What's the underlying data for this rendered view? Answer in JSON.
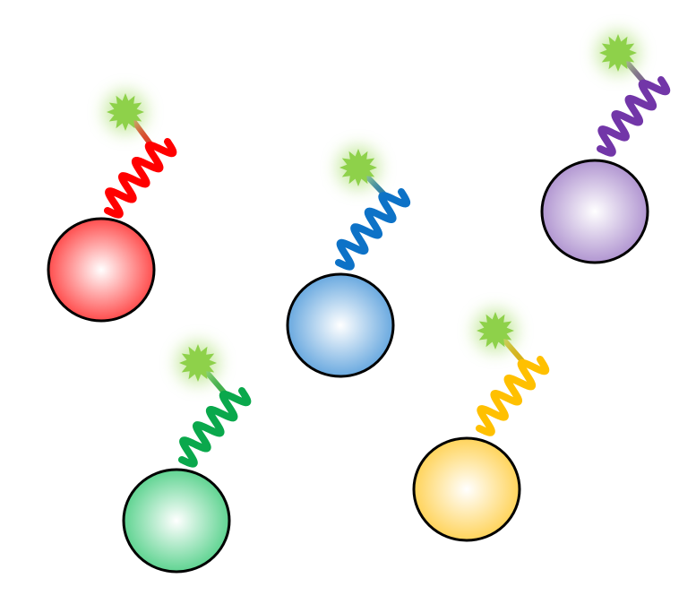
{
  "diagram": {
    "dye_color": "#8ed14a",
    "dye_glow_color": "#b9e48a",
    "outline_color": "#000000",
    "beads": [
      {
        "id": "red",
        "color": "#ff3b3b",
        "highlight": "#ffffff"
      },
      {
        "id": "blue",
        "color": "#5aa0dc",
        "highlight": "#ffffff"
      },
      {
        "id": "purple",
        "color": "#a98bcc",
        "highlight": "#ffffff"
      },
      {
        "id": "green",
        "color": "#4fcf86",
        "highlight": "#ffffff"
      },
      {
        "id": "yellow",
        "color": "#ffcf4a",
        "highlight": "#ffffff"
      }
    ],
    "strands": [
      {
        "id": "red",
        "color": "#ff0000",
        "linker_color": "#d9442a"
      },
      {
        "id": "blue",
        "color": "#0d72c7",
        "linker_color": "#2f7fa6"
      },
      {
        "id": "purple",
        "color": "#7236a8",
        "linker_color": "#7d6a8c"
      },
      {
        "id": "green",
        "color": "#0aa84c",
        "linker_color": "#3fae4c"
      },
      {
        "id": "yellow",
        "color": "#ffc000",
        "linker_color": "#d7b21a"
      }
    ]
  }
}
